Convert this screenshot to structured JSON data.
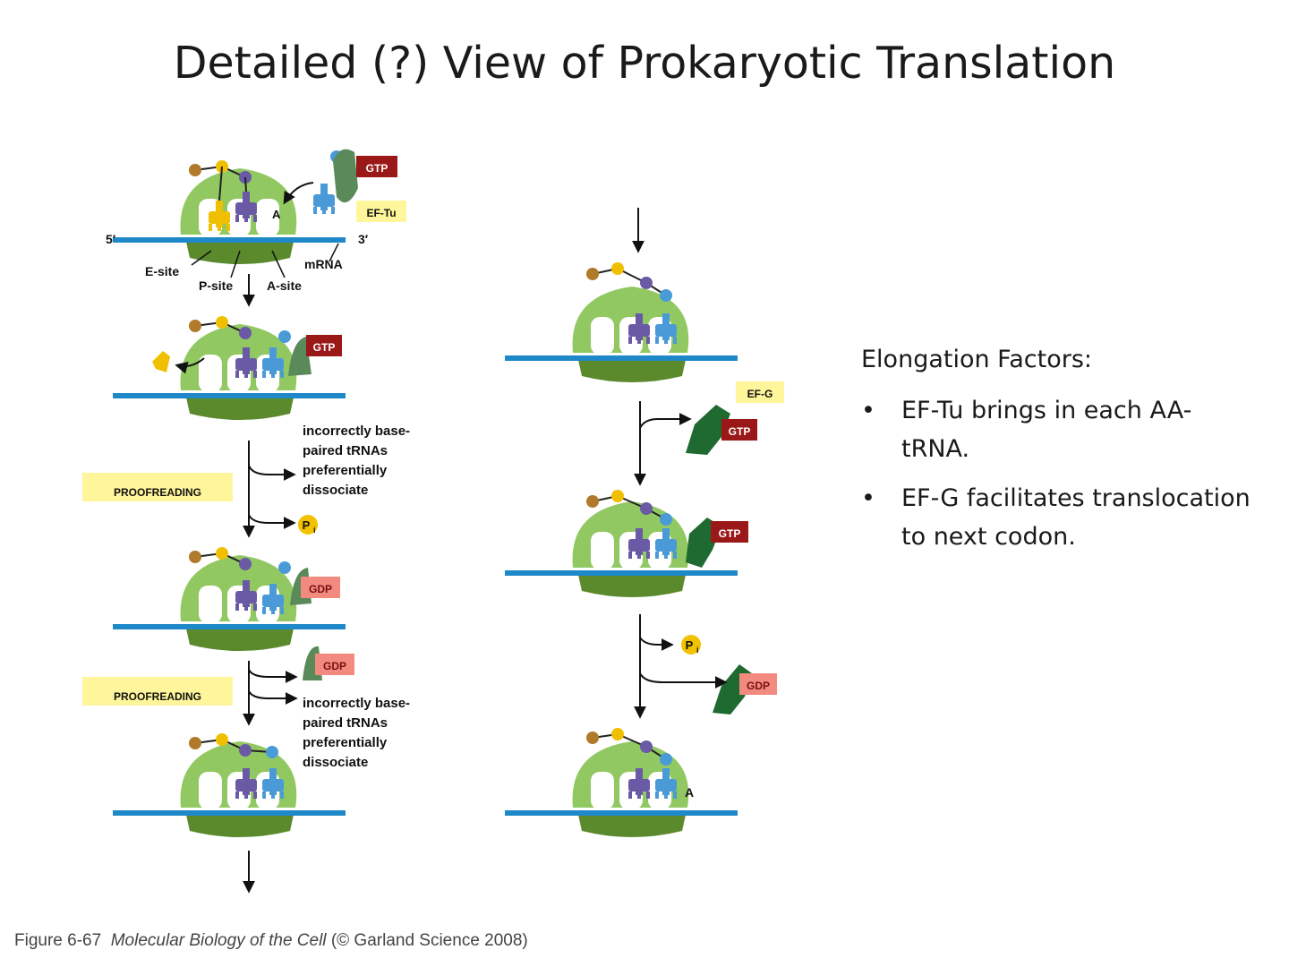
{
  "title": "Detailed (?) View of Prokaryotic Translation",
  "diagram": {
    "labels": {
      "five_prime": "5′",
      "three_prime": "3′",
      "e_site": "E-site",
      "p_site": "P-site",
      "a_site": "A-site",
      "mrna": "mRNA",
      "a": "A",
      "ef_tu": "EF-Tu",
      "ef_g": "EF-G",
      "gtp": "GTP",
      "gdp": "GDP",
      "pi": "P",
      "pi_sub": "i",
      "proofreading": "PROOFREADING",
      "dissociate_lines": [
        "incorrectly base-",
        "paired tRNAs",
        "preferentially",
        "dissociate"
      ]
    }
  },
  "side_panel": {
    "heading": "Elongation Factors:",
    "bullet_symbol": "•",
    "bullets": [
      "EF-Tu brings in each AA-tRNA.",
      "EF-G facilitates translocation to next codon."
    ]
  },
  "caption": {
    "figure": "Figure 6-67",
    "book": "Molecular Biology of the Cell",
    "credit": "(© Garland Science 2008)"
  },
  "colors": {
    "mrna": "#1e88c8",
    "ribosome_large": "#92c862",
    "ribosome_small": "#5a8a2c",
    "trna_purple": "#6a5aa6",
    "trna_blue": "#4a9ad8",
    "trna_yellow": "#f0c000",
    "aa_brown": "#b07a2a",
    "gtp_box": "#9a1818",
    "gdp_box": "#f28a80",
    "label_bg": "#fff59a",
    "ef_g": "#1f6a30",
    "ef_tu": "#5a8a5a",
    "pi": "#f2c200"
  }
}
